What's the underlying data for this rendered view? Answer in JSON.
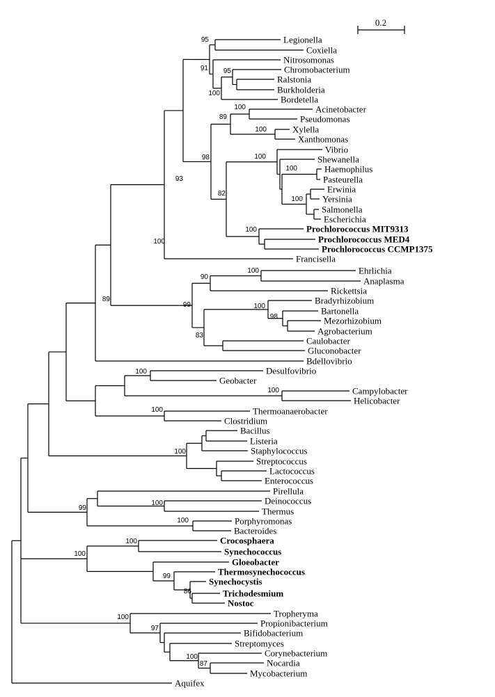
{
  "scale_bar": {
    "label": "0.2"
  },
  "leaves": [
    {
      "id": "legionella",
      "label": "Legionella",
      "bold": false
    },
    {
      "id": "coxiella",
      "label": "Coxiella",
      "bold": false
    },
    {
      "id": "nitrosomonas",
      "label": "Nitrosomonas",
      "bold": false
    },
    {
      "id": "chromobacterium",
      "label": "Chromobacterium",
      "bold": false
    },
    {
      "id": "ralstonia",
      "label": "Ralstonia",
      "bold": false
    },
    {
      "id": "burkholderia",
      "label": "Burkholderia",
      "bold": false
    },
    {
      "id": "bordetella",
      "label": "Bordetella",
      "bold": false
    },
    {
      "id": "acinetobacter",
      "label": "Acinetobacter",
      "bold": false
    },
    {
      "id": "pseudomonas",
      "label": "Pseudomonas",
      "bold": false
    },
    {
      "id": "xylella",
      "label": "Xylella",
      "bold": false
    },
    {
      "id": "xanthomonas",
      "label": "Xanthomonas",
      "bold": false
    },
    {
      "id": "vibrio",
      "label": "Vibrio",
      "bold": false
    },
    {
      "id": "shewanella",
      "label": "Shewanella",
      "bold": false
    },
    {
      "id": "haemophilus",
      "label": "Haemophilus",
      "bold": false
    },
    {
      "id": "pasteurella",
      "label": "Pasteurella",
      "bold": false
    },
    {
      "id": "erwinia",
      "label": "Erwinia",
      "bold": false
    },
    {
      "id": "yersinia",
      "label": "Yersinia",
      "bold": false
    },
    {
      "id": "salmonella",
      "label": "Salmonella",
      "bold": false
    },
    {
      "id": "escherichia",
      "label": "Escherichia",
      "bold": false
    },
    {
      "id": "pro-mit9313",
      "label": "Prochlorococcus MIT9313",
      "bold": true
    },
    {
      "id": "pro-med4",
      "label": "Prochlorococcus MED4",
      "bold": true
    },
    {
      "id": "pro-ccmp1375",
      "label": "Prochlorococcus CCMP1375",
      "bold": true
    },
    {
      "id": "francisella",
      "label": "Francisella",
      "bold": false
    },
    {
      "id": "ehrlichia",
      "label": "Ehrlichia",
      "bold": false
    },
    {
      "id": "anaplasma",
      "label": "Anaplasma",
      "bold": false
    },
    {
      "id": "rickettsia",
      "label": "Rickettsia",
      "bold": false
    },
    {
      "id": "bradyrhizobium",
      "label": "Bradyrhizobium",
      "bold": false
    },
    {
      "id": "bartonella",
      "label": "Bartonella",
      "bold": false
    },
    {
      "id": "mezorhizobium",
      "label": "Mezorhizobium",
      "bold": false
    },
    {
      "id": "agrobacterium",
      "label": "Agrobacterium",
      "bold": false
    },
    {
      "id": "caulobacter",
      "label": "Caulobacter",
      "bold": false
    },
    {
      "id": "gluconobacter",
      "label": "Gluconobacter",
      "bold": false
    },
    {
      "id": "bdellovibrio",
      "label": "Bdellovibrio",
      "bold": false
    },
    {
      "id": "desulfovibrio",
      "label": "Desulfovibrio",
      "bold": false
    },
    {
      "id": "geobacter",
      "label": "Geobacter",
      "bold": false
    },
    {
      "id": "campylobacter",
      "label": "Campylobacter",
      "bold": false
    },
    {
      "id": "helicobacter",
      "label": "Helicobacter",
      "bold": false
    },
    {
      "id": "thermoanaerobacter",
      "label": "Thermoanaerobacter",
      "bold": false
    },
    {
      "id": "clostridium",
      "label": "Clostridium",
      "bold": false
    },
    {
      "id": "bacillus",
      "label": "Bacillus",
      "bold": false
    },
    {
      "id": "listeria",
      "label": "Listeria",
      "bold": false
    },
    {
      "id": "staphylococcus",
      "label": "Staphylococcus",
      "bold": false
    },
    {
      "id": "streptococcus",
      "label": "Streptococcus",
      "bold": false
    },
    {
      "id": "lactococcus",
      "label": "Lactococcus",
      "bold": false
    },
    {
      "id": "enterococcus",
      "label": "Enterococcus",
      "bold": false
    },
    {
      "id": "pirellula",
      "label": "Pirellula",
      "bold": false
    },
    {
      "id": "deinococcus",
      "label": "Deinococcus",
      "bold": false
    },
    {
      "id": "thermus",
      "label": "Thermus",
      "bold": false
    },
    {
      "id": "porphyromonas",
      "label": "Porphyromonas",
      "bold": false
    },
    {
      "id": "bacteroides",
      "label": "Bacteroides",
      "bold": false
    },
    {
      "id": "crocosphaera",
      "label": "Crocosphaera",
      "bold": true
    },
    {
      "id": "synechococcus",
      "label": "Synechococcus",
      "bold": true
    },
    {
      "id": "gloeobacter",
      "label": "Gloeobacter",
      "bold": true
    },
    {
      "id": "thermosynechococcus",
      "label": "Thermosynechococcus",
      "bold": true
    },
    {
      "id": "synechocystis",
      "label": "Synechocystis",
      "bold": true
    },
    {
      "id": "trichodesmium",
      "label": "Trichodesmium",
      "bold": true
    },
    {
      "id": "nostoc",
      "label": "Nostoc",
      "bold": true
    },
    {
      "id": "tropheryma",
      "label": "Tropheryma",
      "bold": false
    },
    {
      "id": "propionibacterium",
      "label": "Propionibacterium",
      "bold": false
    },
    {
      "id": "bifidobacterium",
      "label": "Bifidobacterium",
      "bold": false
    },
    {
      "id": "streptomyces",
      "label": "Streptomyces",
      "bold": false
    },
    {
      "id": "corynebacterium",
      "label": "Corynebacterium",
      "bold": false
    },
    {
      "id": "nocardia",
      "label": "Nocardia",
      "bold": false
    },
    {
      "id": "mycobacterium",
      "label": "Mycobacterium",
      "bold": false
    },
    {
      "id": "aquifex",
      "label": "Aquifex",
      "bold": false
    }
  ],
  "bootstrap": {
    "b95a": "95",
    "b91": "91",
    "b95b": "95",
    "b100a": "100",
    "b100b": "100",
    "b89a": "89",
    "b100c": "100",
    "b98a": "98",
    "b100d": "100",
    "b100e": "100",
    "b100f": "100",
    "b82": "82",
    "b100g": "100",
    "b93": "93",
    "b100h": "100",
    "b90": "90",
    "b100i": "100",
    "b99a": "99",
    "b100j": "100",
    "b98b": "98",
    "b83": "83",
    "b89b": "89",
    "b100k": "100",
    "b100l": "100",
    "b100m": "100",
    "b100n": "100",
    "b99b": "99",
    "b100o": "100",
    "b100p": "100",
    "b100q": "100",
    "b100r": "100",
    "b99c": "99",
    "b86": "86",
    "b100s": "100",
    "b97": "97",
    "b100t": "100",
    "b87": "87"
  }
}
